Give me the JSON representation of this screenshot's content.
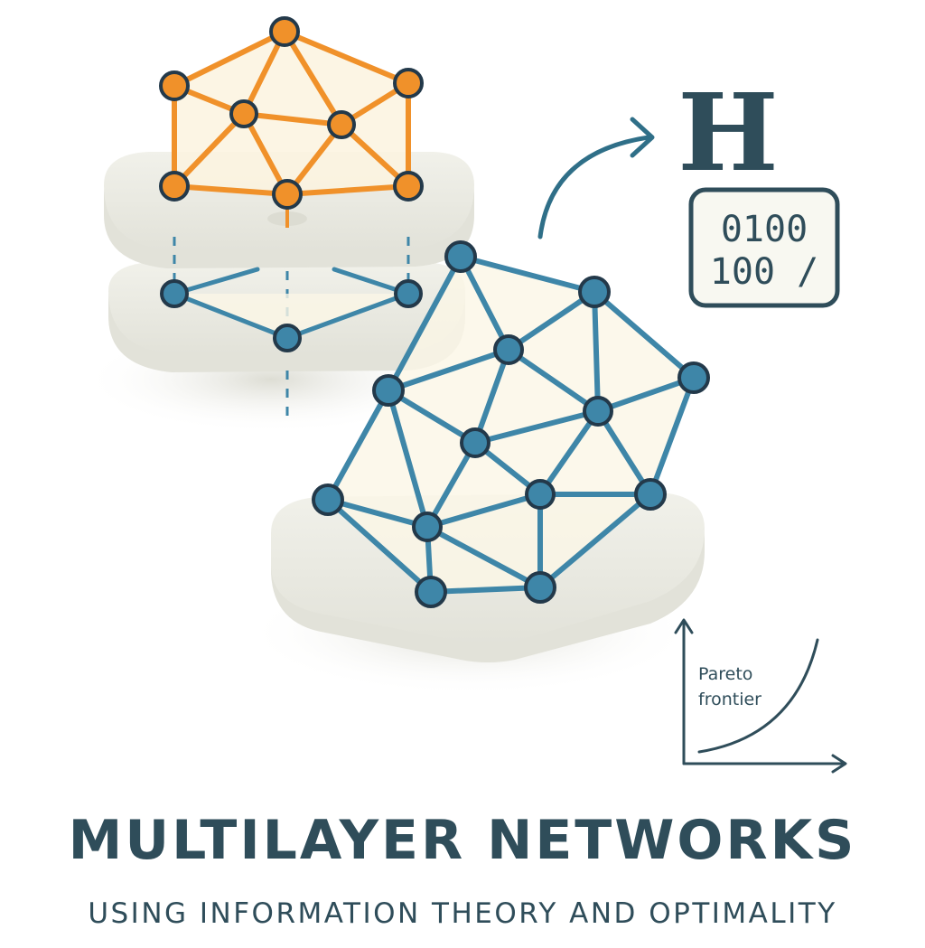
{
  "title": "MULTILAYER NETWORKS",
  "subtitle": "USING INFORMATION THEORY AND OPTIMALITY",
  "entropy_symbol": "H",
  "binary_lines": [
    "0100",
    "100 /"
  ],
  "pareto_label_lines": [
    "Pareto",
    "frontier"
  ],
  "colors": {
    "orange_layer": "#f0912a",
    "blue_layer": "#3e86a8",
    "node_outline": "#23394a",
    "platform": "#ebebe3",
    "text_dark": "#2f4d5a"
  },
  "icons": [
    "arrow-icon",
    "binary-box-icon",
    "pareto-curve-icon",
    "network-layer-icon"
  ]
}
